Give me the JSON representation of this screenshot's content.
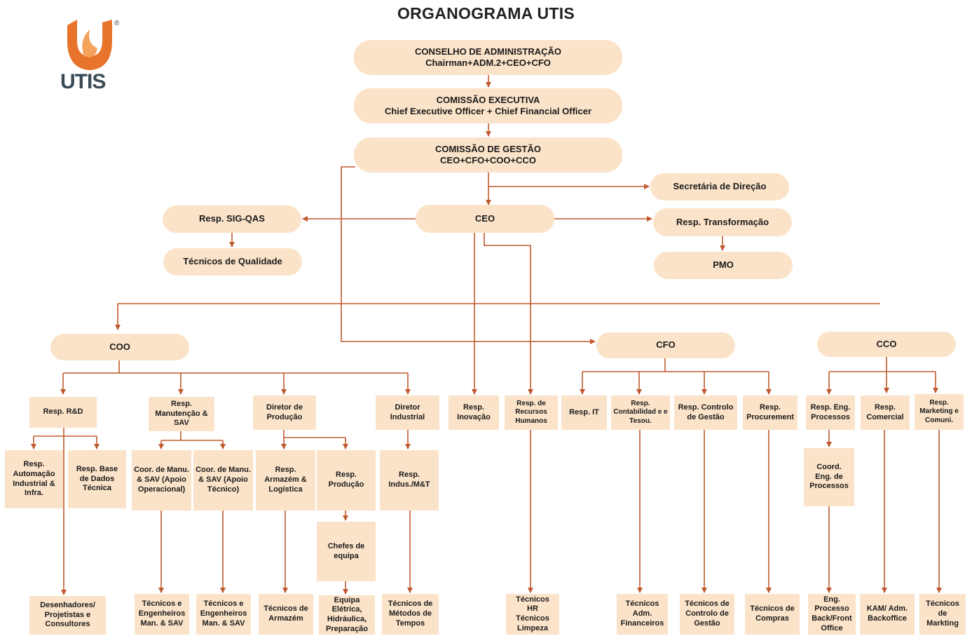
{
  "title": "ORGANOGRAMA UTIS",
  "logo": {
    "text": "UTIS",
    "registered": "®"
  },
  "colors": {
    "box_fill": "#fbe3c9",
    "connector": "#c05a2e",
    "logo_orange": "#e8742c"
  },
  "nodes": {
    "conselho": {
      "line1": "CONSELHO DE ADMINISTRAÇÃO",
      "line2": "Chairman+ADM.2+CEO+CFO"
    },
    "comissao_executiva": {
      "line1": "COMISSÃO EXECUTIVA",
      "line2": "Chief Executive Officer + Chief Financial Officer"
    },
    "comissao_gestao": {
      "line1": "COMISSÃO DE GESTÃO",
      "line2": "CEO+CFO+COO+CCO"
    },
    "secretaria": "Secretária de Direção",
    "ceo": "CEO",
    "resp_sig": "Resp. SIG-QAS",
    "tecnicos_qualidade": "Técnicos de Qualidade",
    "resp_transformacao": "Resp. Transformação",
    "pmo": "PMO",
    "coo": "COO",
    "cfo": "CFO",
    "cco": "CCO",
    "resp_rd": "Resp. R&D",
    "resp_manutencao": "Resp. Manutenção & SAV",
    "diretor_producao": "Diretor de Produção",
    "diretor_industrial": "Diretor Industrial",
    "resp_inovacao": "Resp. Inovação",
    "resp_rh": "Resp. de Recursos Humanos",
    "resp_it": "Resp. IT",
    "resp_contabilidade": "Resp. Contabilidad e e Tesou.",
    "resp_controlo": "Resp. Controlo de Gestão",
    "resp_procurement": "Resp. Procurement",
    "resp_eng_processos": "Resp. Eng. Processos",
    "resp_comercial": "Resp. Comercial",
    "resp_marketing": "Resp. Marketing e Comuni.",
    "resp_automacao": "Resp. Automação Industrial & Infra.",
    "resp_base_dados": "Resp. Base de Dados Técnica",
    "coord_apoio_op": "Coor. de Manu. & SAV (Apoio Operacional)",
    "coord_apoio_tec": "Coor. de Manu. & SAV (Apoio Técnico)",
    "resp_armazem": "Resp. Armazém & Logística",
    "resp_producao": "Resp. Produção",
    "chefes_equipa": "Chefes de equipa",
    "resp_indus": "Resp. Indus./M&T",
    "coord_eng": "Coord. Eng. de Processos",
    "desenhadores": "Desenhadores/ Projetistas e Consultores",
    "tec_eng_op": "Técnicos e Engenheiros Man. & SAV",
    "tec_eng_tec": "Técnicos e Engenheiros Man. & SAV",
    "tec_armazem": "Técnicos de Armazém",
    "equipa_eletrica": "Equipa Elétrica, Hidráulica, Preparação",
    "tec_metodos": "Técnicos de Métodos de Tempos",
    "tec_hr": "Técnicos HR Técnicos Limpeza",
    "tec_adm_fin": "Técnicos Adm. Financeiros",
    "tec_controlo": "Técnicos de Controlo de Gestão",
    "tec_compras": "Técnicos de Compras",
    "eng_processo": "Eng. Processo Back/Front Office",
    "kam": "KAM/ Adm. Backoffice",
    "tec_marketing": "Técnicos de Markting"
  }
}
